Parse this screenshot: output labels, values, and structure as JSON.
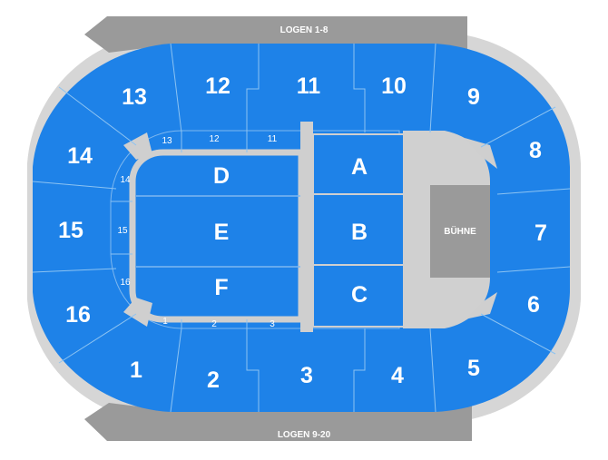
{
  "colors": {
    "seat_blue": "#1e82e8",
    "outline_gray": "#cfcfcf",
    "stage_gray": "#9a9a9a",
    "loge_gray": "#9a9a9a",
    "divider": "#9ec9f2"
  },
  "loge_top": {
    "label": "LOGEN 1-8"
  },
  "loge_bottom": {
    "label": "LOGEN 9-20"
  },
  "stage": {
    "label": "BÜHNE"
  },
  "upper_sections": {
    "s1": "1",
    "s2": "2",
    "s3": "3",
    "s4": "4",
    "s5": "5",
    "s6": "6",
    "s7": "7",
    "s8": "8",
    "s9": "9",
    "s10": "10",
    "s11": "11",
    "s12": "12",
    "s13": "13",
    "s14": "14",
    "s15": "15",
    "s16": "16"
  },
  "lower_sections": {
    "r1": "1",
    "r2": "2",
    "r3": "3",
    "r11": "11",
    "r12": "12",
    "r13": "13",
    "r14": "14",
    "r15": "15",
    "r16": "16"
  },
  "floor_blocks": {
    "A": "A",
    "B": "B",
    "C": "C",
    "D": "D",
    "E": "E",
    "F": "F"
  }
}
